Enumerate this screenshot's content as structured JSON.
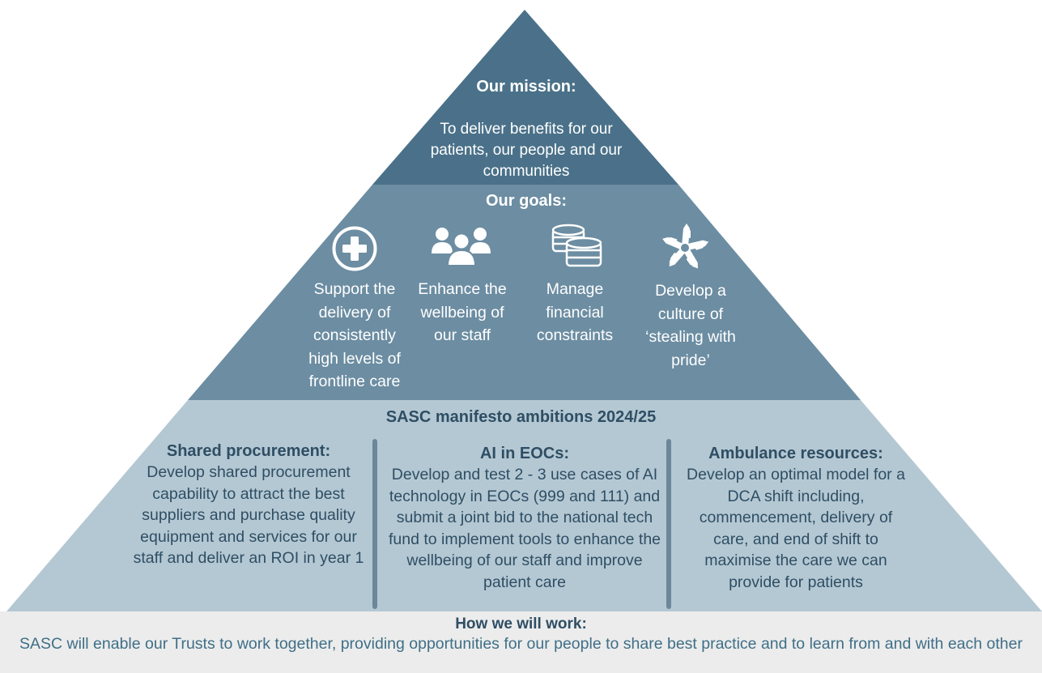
{
  "colors": {
    "top_tier": "#4a7189",
    "middle_tier": "#6c8da2",
    "bottom_tier": "#b4c8d3",
    "footer_band": "#ececec",
    "dark_text": "#2f4e64",
    "footer_text": "#3f6f87"
  },
  "mission": {
    "heading": "Our mission:",
    "text": "To deliver benefits for our patients, our people and our communities"
  },
  "goals": {
    "heading": "Our goals:",
    "items": [
      {
        "icon": "medical-cross-icon",
        "label": "Support the delivery of consistently high levels of frontline care"
      },
      {
        "icon": "people-group-icon",
        "label": "Enhance the wellbeing of our staff"
      },
      {
        "icon": "coin-stacks-icon",
        "label": "Manage financial constraints"
      },
      {
        "icon": "joined-hands-icon",
        "label": "Develop a culture of ‘stealing with pride’"
      }
    ]
  },
  "ambitions": {
    "heading": "SASC manifesto ambitions 2024/25",
    "items": [
      {
        "title": "Shared procurement:",
        "body": "Develop shared procurement capability to attract the best suppliers and purchase quality equipment and services for our staff and deliver an ROI in year 1"
      },
      {
        "title": "AI in EOCs:",
        "body": "Develop and test 2 - 3 use cases of AI technology in EOCs (999 and 111) and submit a joint bid to the national tech fund to implement tools to enhance the wellbeing of our staff and improve patient care"
      },
      {
        "title": "Ambulance resources:",
        "body": "Develop an optimal model for a DCA shift including, commencement, delivery of care, and end of shift to maximise the care we can provide for patients"
      }
    ]
  },
  "how_we_work": {
    "heading": "How we will work:",
    "text": "SASC will enable our Trusts to work together, providing opportunities for our people to share best practice and to learn from and with each other"
  }
}
